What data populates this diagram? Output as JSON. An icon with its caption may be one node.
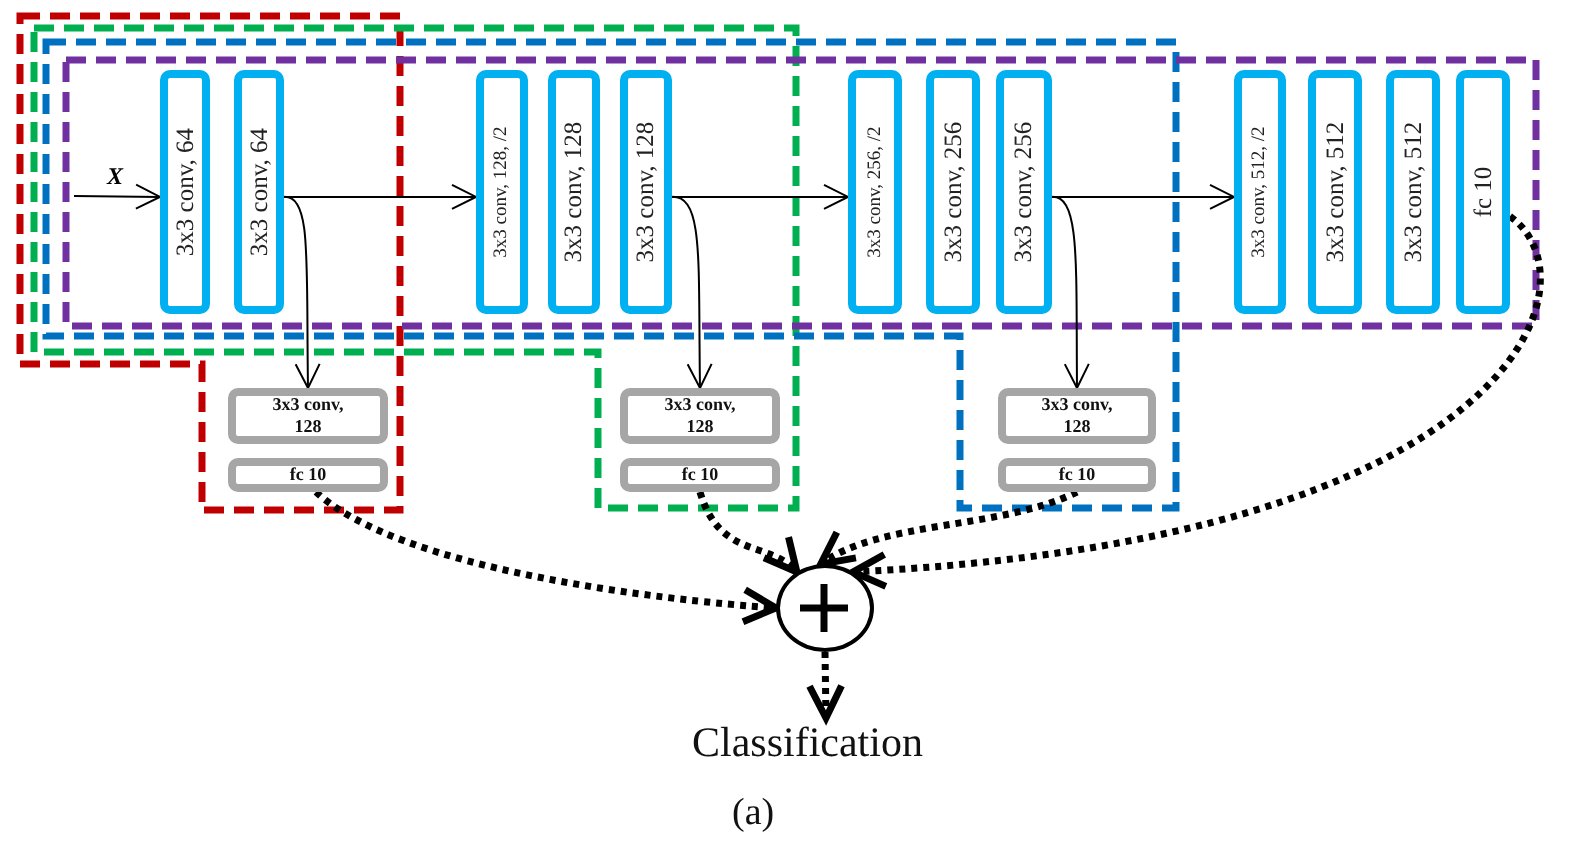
{
  "diagram": {
    "caption": "(a)",
    "nodes": [
      {
        "text": [
          "3x3 conv, 64"
        ]
      },
      {
        "text": [
          "3x3 conv, 64"
        ]
      },
      {
        "text": [
          "3x3 conv, 128, /2"
        ]
      },
      {
        "text": [
          "3x3 conv, 128"
        ]
      },
      {
        "text": [
          "3x3 conv, 128"
        ]
      },
      {
        "text": [
          "3x3 conv, 256, /2"
        ]
      },
      {
        "text": [
          "3x3 conv, 256"
        ]
      },
      {
        "text": [
          "3x3 conv, 256"
        ]
      },
      {
        "text": [
          "3x3 conv, 512, /2"
        ]
      },
      {
        "text": [
          "3x3 conv, 512"
        ]
      },
      {
        "text": [
          "3x3 conv, 512"
        ]
      },
      {
        "text": [
          "fc 10"
        ]
      },
      {
        "text": [
          "3x3 conv, 128"
        ]
      },
      {
        "text": [
          "fc 10"
        ]
      },
      {
        "text": [
          "3x3 conv, 128"
        ]
      },
      {
        "text": [
          "fc 10"
        ]
      },
      {
        "text": [
          "3x3 conv, 128"
        ]
      },
      {
        "text": [
          "fc 10"
        ]
      },
      {
        "text": [],
        "shape": "circle"
      },
      {
        "text": [
          "Classification"
        ]
      }
    ],
    "edges": [
      {
        "from": null,
        "to": 0,
        "arrow": "to",
        "label": "X"
      },
      {
        "from": 1,
        "to": 2,
        "arrow": "to"
      },
      {
        "from": 4,
        "to": 5,
        "arrow": "to"
      },
      {
        "from": 7,
        "to": 8,
        "arrow": "to"
      },
      {
        "from": 1,
        "to": 12,
        "arrow": "to"
      },
      {
        "from": 4,
        "to": 14,
        "arrow": "to"
      },
      {
        "from": 7,
        "to": 16,
        "arrow": "to"
      },
      {
        "from": 13,
        "to": 18,
        "arrow": "to",
        "style": "dashed"
      },
      {
        "from": 15,
        "to": 18,
        "arrow": "to",
        "style": "dashed"
      },
      {
        "from": 17,
        "to": 18,
        "arrow": "to",
        "style": "dashed"
      },
      {
        "from": 11,
        "to": 18,
        "arrow": "to",
        "style": "dashed"
      },
      {
        "from": 18,
        "to": 19,
        "arrow": "to",
        "style": "dashed"
      }
    ]
  }
}
